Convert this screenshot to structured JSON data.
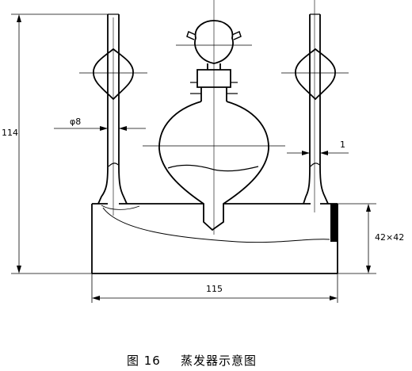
{
  "dimensions": {
    "height_total": "114",
    "tube_diameter": "φ8",
    "wall_thickness": "1",
    "base_height": "42×42",
    "base_width": "115"
  },
  "caption": {
    "figure_number": "图 16",
    "title": "蒸发器示意图"
  },
  "colors": {
    "line": "#000000",
    "background": "#ffffff"
  }
}
